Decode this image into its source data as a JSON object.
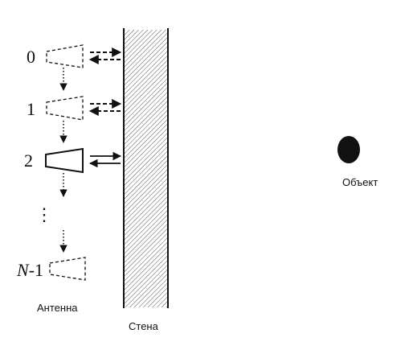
{
  "antenna_positions": [
    {
      "label": "0",
      "state": "inactive"
    },
    {
      "label": "1",
      "state": "inactive"
    },
    {
      "label": "2",
      "state": "active"
    },
    {
      "label_var": "N",
      "label_suffix": "-1",
      "state": "inactive"
    }
  ],
  "ellipsis": "⋮",
  "labels": {
    "antenna": "Антенна",
    "wall": "Стена",
    "object": "Объект"
  },
  "colors": {
    "stroke": "#111111",
    "object_fill": "#111111",
    "background": "#ffffff"
  }
}
